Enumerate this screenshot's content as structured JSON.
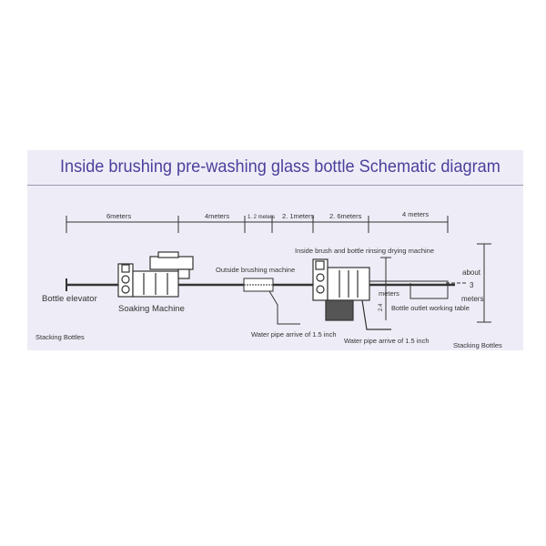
{
  "title": "Inside brushing pre-washing glass bottle Schematic diagram",
  "dimensions": [
    "6meters",
    "4meters",
    "1. 2 meters",
    "2. 1meters",
    "2. 6meters",
    "4 meters"
  ],
  "labels": {
    "bottle_elevator": "Bottle elevator",
    "soaking_machine": "Soaking Machine",
    "outside_brushing": "Outside brushing machine",
    "inside_brush": "Inside brush and bottle rinsing drying machine",
    "water_pipe_1": "Water pipe arrive of 1.5 inch",
    "water_pipe_2": "Water pipe arrive of 1.5 inch",
    "outlet_table": "Bottle outlet working table",
    "height_24": "2.4",
    "height_meters": "meters",
    "about": "about",
    "three": "3",
    "meters_right": "meters",
    "stacking_left": "Stacking Bottles",
    "stacking_right": "Stacking Bottles"
  },
  "colors": {
    "title": "#4b3f9c",
    "panel": "#eeedf7",
    "line": "#333333"
  }
}
